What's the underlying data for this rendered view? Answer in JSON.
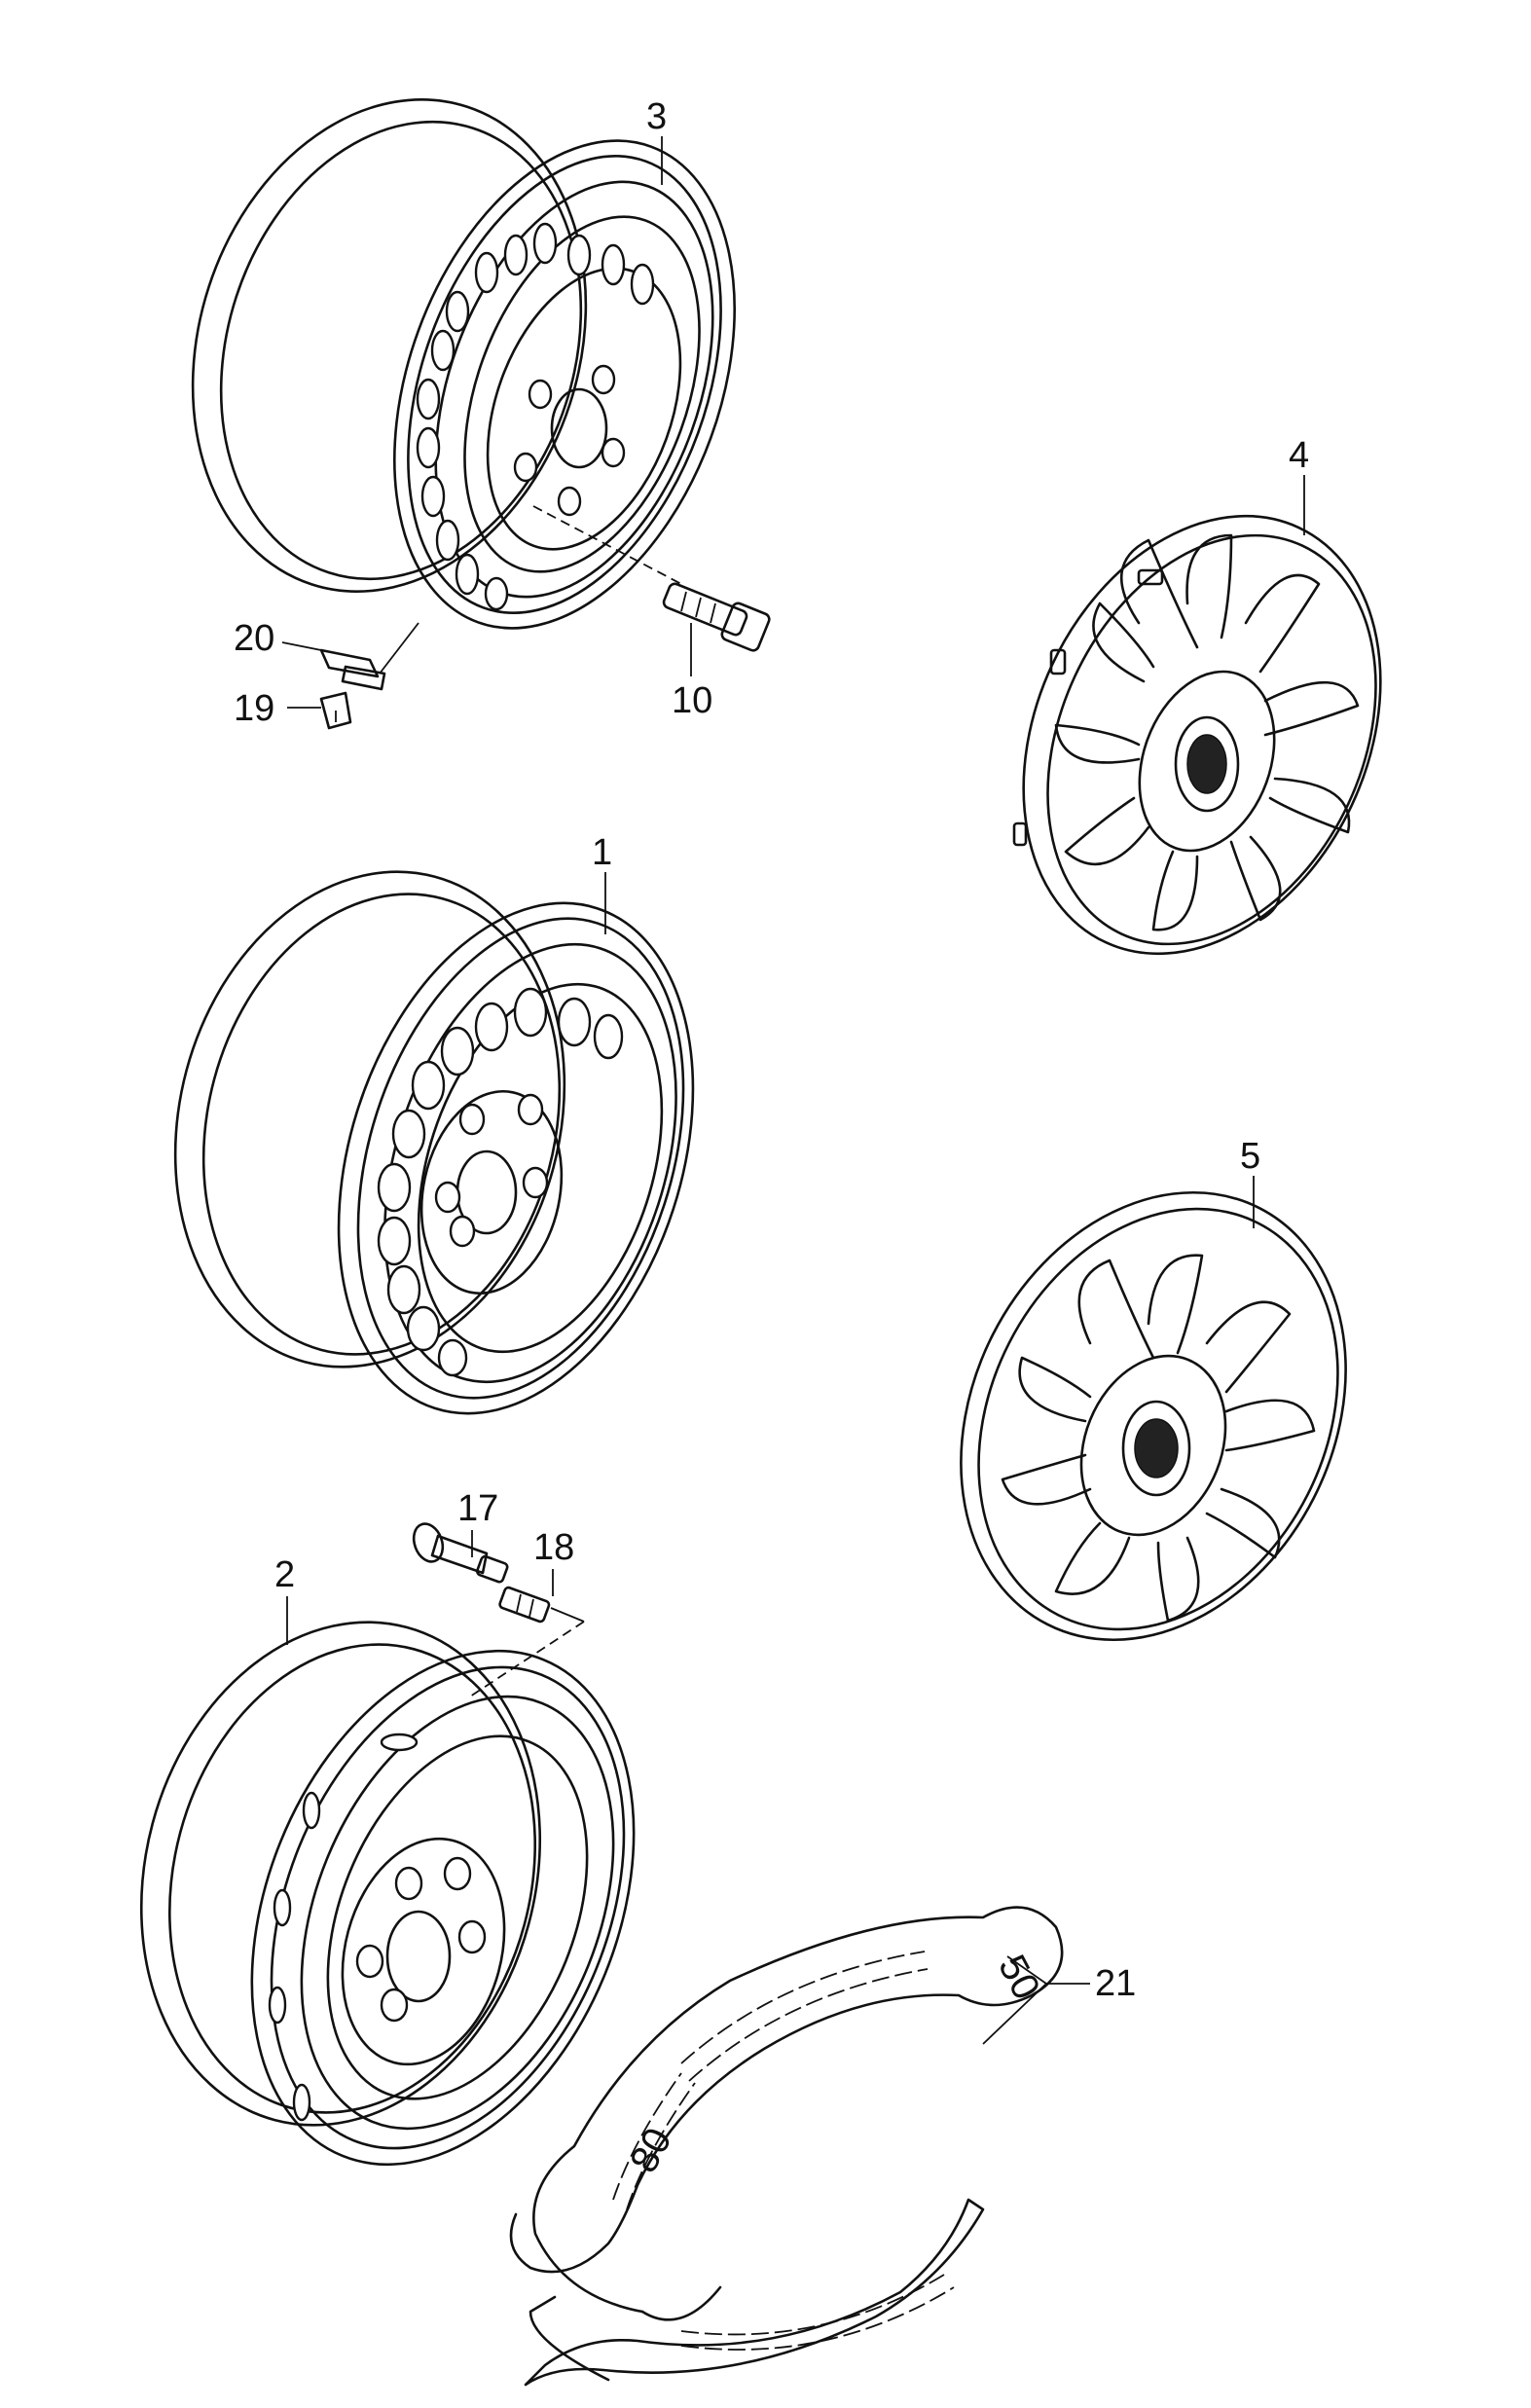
{
  "callouts": {
    "c3": "3",
    "c4": "4",
    "c20": "20",
    "c19": "19",
    "c10": "10",
    "c1": "1",
    "c5": "5",
    "c17": "17",
    "c18": "18",
    "c2": "2",
    "c21": "21"
  },
  "gauge": {
    "mark_50": "50",
    "mark_80": "80"
  },
  "colors": {
    "line": "#111111",
    "background": "#ffffff"
  }
}
